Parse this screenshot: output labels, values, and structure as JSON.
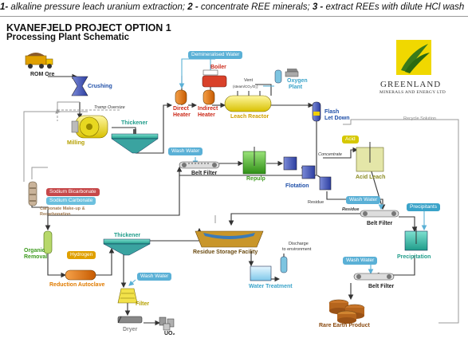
{
  "caption": {
    "n1": "1-",
    "t1": " alkaline pressure leach uranium extraction; ",
    "n2": "2 -",
    "t2": " concentrate REE minerals; ",
    "n3": "3 -",
    "t3": " extract REEs with dilute HCl wash"
  },
  "title": {
    "line1": "KVANEFJELD PROJECT OPTION 1",
    "line2": "Processing Plant Schematic"
  },
  "logo": {
    "brand": "GREENLAND",
    "tagline": "MINERALS AND ENERGY LTD",
    "color": "#f0d800"
  },
  "labels": {
    "rom_ore": "ROM Ore",
    "crushing": "Crushing",
    "tramp_oversize": "Tramp Oversize",
    "milling": "Milling",
    "thickener1": "Thickener",
    "demin_water": "Demineralised Water",
    "boiler": "Boiler",
    "vent": "Vent",
    "vent_sub": "(steam/CO₂/O₂)",
    "oxygen_plant_1": "Oxygen",
    "oxygen_plant_2": "Plant",
    "direct_heater_1": "Direct",
    "direct_heater_2": "Heater",
    "indirect_heater_1": "Indirect",
    "indirect_heater_2": "Heater",
    "leach_reactor": "Leach Reactor",
    "flash_1": "Flash",
    "flash_2": "Let Down",
    "recycle_solution": "Recycle Solution",
    "wash_water_1": "Wash Water",
    "belt_filter_1": "Belt Filter",
    "repulp": "Repulp",
    "flotation": "Flotation",
    "concentrate": "Concentrate",
    "residue_1": "Residue",
    "acid": "Acid",
    "acid_leach": "Acid Leach",
    "sodium_bicarbonate": "Sodium Bicarbonate",
    "sodium_carbonate": "Sodium Carbonate",
    "carbonate_makeup_1": "Carbonate Make-up &",
    "carbonate_makeup_2": "Recarbonation",
    "wash_water_2": "Wash Water",
    "residue_2": "Residue",
    "belt_filter_2": "Belt Filter",
    "precipitants": "Precipitants",
    "precipitation": "Precipitation",
    "thickener2": "Thickener",
    "organic_removal_1": "Organic",
    "organic_removal_2": "Removal",
    "hydrogen": "Hydrogen",
    "reduction_autoclave": "Reduction Autoclave",
    "wash_water_3": "Wash Water",
    "filter": "Filter",
    "dryer": "Dryer",
    "uo2": "UO₂",
    "residue_storage": "Residue Storage Facility",
    "discharge_1": "Discharge",
    "discharge_2": "to environment",
    "water_treatment": "Water Treatment",
    "wash_water_4": "Wash Water",
    "belt_filter_3": "Belt Filter",
    "rare_earth": "Rare Earth Product"
  },
  "colors": {
    "pipe": "#333333",
    "recycle": "#9a9a9a",
    "water": "#5ab0d6",
    "orange": "#e07b00",
    "green": "#3e9b1f",
    "blue": "#1f4fa8",
    "yellow": "#e8d820"
  }
}
